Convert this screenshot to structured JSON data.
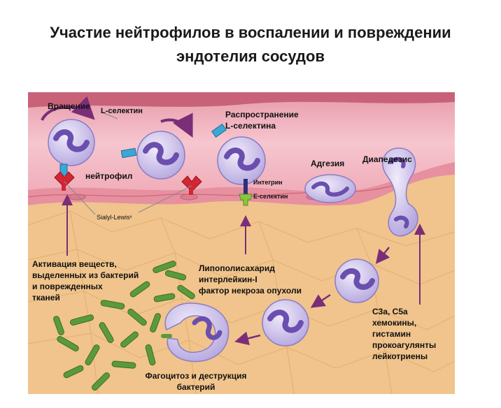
{
  "title": {
    "line1": "Участие нейтрофилов в воспалении и повреждении",
    "line2": "эндотелия сосудов"
  },
  "labels": {
    "rotation": "Вращение",
    "l_selectin": "L-селектин",
    "spread_1": "Распространение",
    "spread_2": "L-селектина",
    "neutrophil": "нейтрофил",
    "adhesion": "Адгезия",
    "diapedesis": "Диапедезис",
    "integrin": "Интегрин",
    "e_selectin": "Е-селектин",
    "sialyl": "Sialyl-Lewisˣ",
    "activation": [
      "Активация веществ,",
      "выделенных из бактерий",
      "и поврежденных",
      "тканей"
    ],
    "lps": [
      "Липополисахарид",
      "интерлейкин-I",
      "фактор некроза опухоли"
    ],
    "mediators": [
      "C3a, C5a",
      "хемокины,",
      "гистамин",
      "прокоагулянты",
      "лейкотриены"
    ],
    "phagocytosis": [
      "Фагоцитоз и деструкция",
      "бактерий"
    ]
  },
  "colors": {
    "vessel": "#f2b3bd",
    "endothelium": "#e7909f",
    "tissue": "#f2c88e",
    "cell": "#d2c8ee",
    "nucleus": "#7c62b8",
    "arrow": "#7a2e77",
    "bacteria": "#5a9a3a",
    "l_selectin": "#3aa7d6",
    "receptor": "#d42533",
    "integrin": "#2d2f7a",
    "e_selectin": "#8cc63f"
  }
}
